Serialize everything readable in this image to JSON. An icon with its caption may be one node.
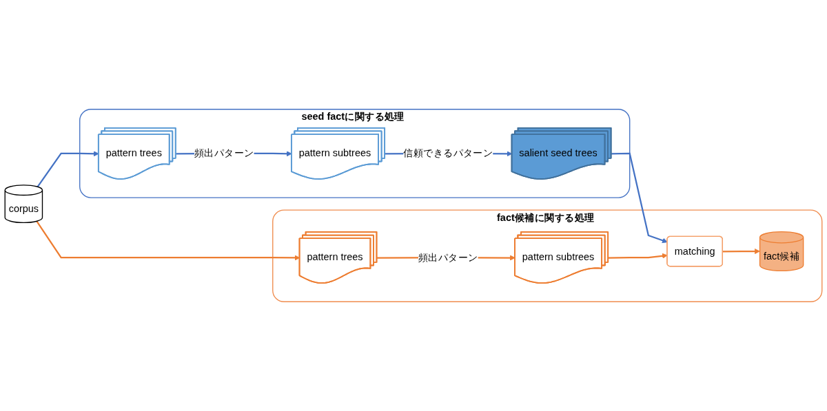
{
  "diagram": {
    "nodes": [
      {
        "text": [
          "corpus"
        ]
      },
      {
        "text": [
          "seed factに関する処理"
        ]
      },
      {
        "text": [
          "pattern trees"
        ],
        "in": 1
      },
      {
        "text": [
          "pattern subtrees"
        ],
        "in": 1
      },
      {
        "text": [
          "salient seed trees"
        ],
        "in": 1
      },
      {
        "text": [
          "fact候補に関する処理"
        ]
      },
      {
        "text": [
          "pattern trees"
        ],
        "in": 5
      },
      {
        "text": [
          "pattern subtrees"
        ],
        "in": 5
      },
      {
        "text": [
          "matching"
        ],
        "in": 5
      },
      {
        "text": [
          "fact候補"
        ],
        "in": 5
      }
    ],
    "edges": [
      {
        "from": 0,
        "to": 2,
        "arrow": "to",
        "color": "#4472c4"
      },
      {
        "from": 2,
        "to": 3,
        "arrow": "to",
        "label": "頻出パターン",
        "color": "#4472c4"
      },
      {
        "from": 3,
        "to": 4,
        "arrow": "to",
        "label": "信頼できるパターン",
        "color": "#4472c4"
      },
      {
        "from": 4,
        "to": 8,
        "arrow": "to",
        "color": "#4472c4"
      },
      {
        "from": 0,
        "to": 6,
        "arrow": "to",
        "color": "#ed7d31"
      },
      {
        "from": 6,
        "to": 7,
        "arrow": "to",
        "label": "頻出パターン",
        "color": "#ed7d31"
      },
      {
        "from": 7,
        "to": 8,
        "arrow": "to",
        "color": "#ed7d31"
      },
      {
        "from": 8,
        "to": 9,
        "arrow": "to",
        "color": "#ed7d31"
      }
    ]
  }
}
